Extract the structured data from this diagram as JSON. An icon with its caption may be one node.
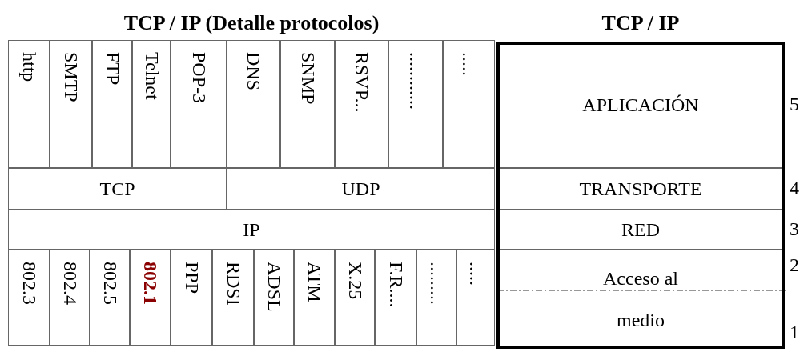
{
  "diagram": {
    "nodes": [
      {
        "text": [
          "TCP / IP (Detalle protocolos)"
        ]
      },
      {
        "text": [
          "http"
        ],
        "in": 0
      },
      {
        "text": [
          "SMTP"
        ],
        "in": 0
      },
      {
        "text": [
          "FTP"
        ],
        "in": 0
      },
      {
        "text": [
          "Telnet"
        ],
        "in": 0
      },
      {
        "text": [
          "POP-3"
        ],
        "in": 0
      },
      {
        "text": [
          "DNS"
        ],
        "in": 0
      },
      {
        "text": [
          "SNMP"
        ],
        "in": 0
      },
      {
        "text": [
          "RSVP..."
        ],
        "in": 0
      },
      {
        "text": [
          "............"
        ],
        "in": 0
      },
      {
        "text": [
          "....."
        ],
        "in": 0
      },
      {
        "text": [
          "TCP"
        ],
        "in": 0
      },
      {
        "text": [
          "UDP"
        ],
        "in": 0
      },
      {
        "text": [
          "IP"
        ],
        "in": 0
      },
      {
        "text": [
          "802.3"
        ],
        "in": 0
      },
      {
        "text": [
          "802.4"
        ],
        "in": 0
      },
      {
        "text": [
          "802.5"
        ],
        "in": 0
      },
      {
        "text": [
          "802.1"
        ],
        "in": 0
      },
      {
        "text": [
          "PPP"
        ],
        "in": 0
      },
      {
        "text": [
          "RDSI"
        ],
        "in": 0
      },
      {
        "text": [
          "ADSL"
        ],
        "in": 0
      },
      {
        "text": [
          "ATM"
        ],
        "in": 0
      },
      {
        "text": [
          "X.25"
        ],
        "in": 0
      },
      {
        "text": [
          "F.R...."
        ],
        "in": 0
      },
      {
        "text": [
          "........."
        ],
        "in": 0
      },
      {
        "text": [
          "....."
        ],
        "in": 0
      },
      {
        "text": [
          "TCP / IP"
        ]
      },
      {
        "text": [
          "APLICACIÓN"
        ],
        "in": 26,
        "beside": [
          "5"
        ]
      },
      {
        "text": [
          "TRANSPORTE"
        ],
        "in": 26,
        "beside": [
          "4"
        ]
      },
      {
        "text": [
          "RED"
        ],
        "in": 26,
        "beside": [
          "3"
        ]
      },
      {
        "text": [
          "Acceso al medio"
        ],
        "in": 26,
        "beside": [
          "2",
          "1"
        ]
      }
    ]
  }
}
